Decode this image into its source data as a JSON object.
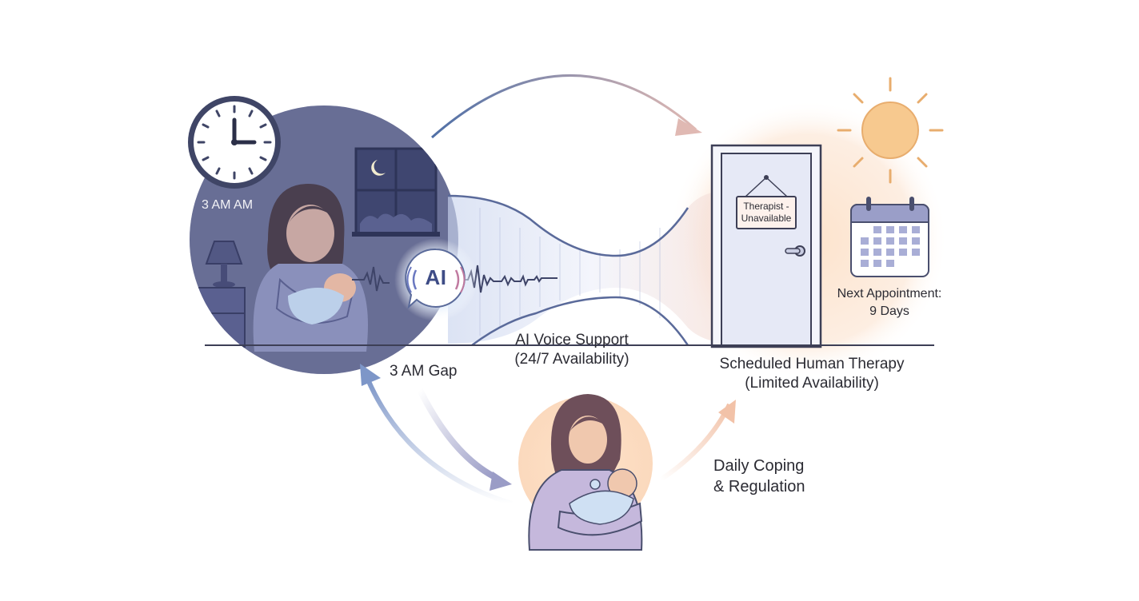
{
  "labels": {
    "clock_time": "3 AM AM",
    "gap": "3 AM Gap",
    "ai_line1": "AI Voice Support",
    "ai_line2": "(24/7 Availability)",
    "ai_badge": "AI",
    "therapy_line1": "Scheduled Human Therapy",
    "therapy_line2": "(Limited Availability)",
    "sign_line1": "Therapist -",
    "sign_line2": "Unavailable",
    "next_line1": "Next Appointment:",
    "next_line2": "9 Days",
    "coping_line1": "Daily Coping",
    "coping_line2": "& Regulation"
  },
  "colors": {
    "night": "#6e7399",
    "night_dark": "#4f557d",
    "day": "#fde7d3",
    "sun": "#f7c98f",
    "arrow": "#7a86b8",
    "ai_glow": "#bcd6f5"
  }
}
